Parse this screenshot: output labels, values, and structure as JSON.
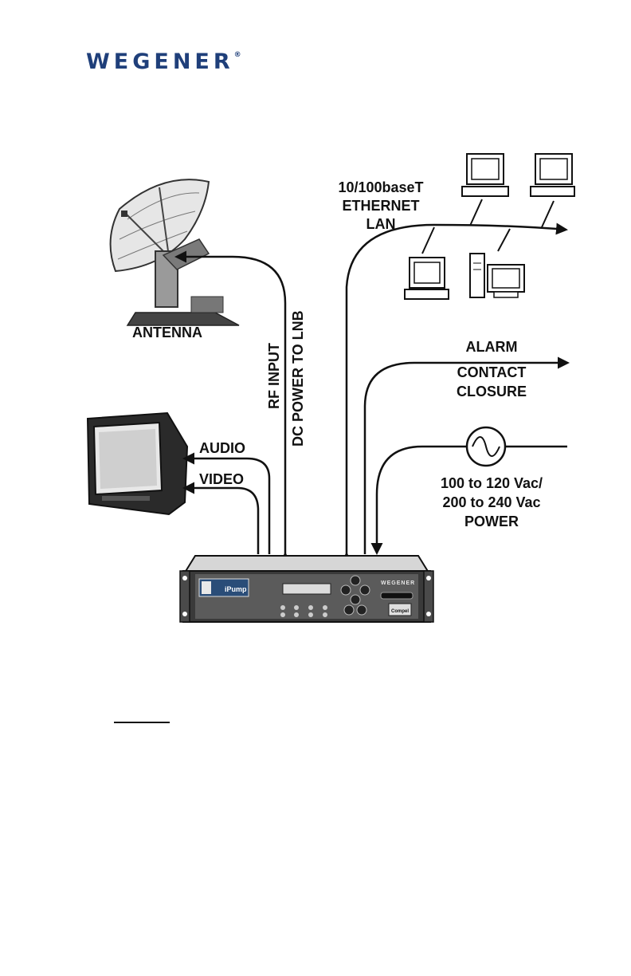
{
  "brand": {
    "logo_text": "WEGENER",
    "logo_mark": "®"
  },
  "device": {
    "brand_text": "WEGENER",
    "model_text": "iPump",
    "badge_text": "Compel"
  },
  "labels": {
    "antenna": "ANTENNA",
    "rf_input": "RF INPUT",
    "dc_power": "DC POWER TO LNB",
    "ethernet_line1": "10/100baseT",
    "ethernet_line2": "ETHERNET",
    "ethernet_line3": "LAN",
    "alarm": "ALARM",
    "contact_line1": "CONTACT",
    "contact_line2": "CLOSURE",
    "audio": "AUDIO",
    "video": "VIDEO",
    "power_line1": "100 to 120 Vac/",
    "power_line2": "200 to 240 Vac",
    "power_line3": "POWER"
  },
  "icons": [
    "satellite-dish-icon",
    "television-icon",
    "desktop-computer-icon",
    "tower-computer-icon",
    "ac-source-icon",
    "receiver-unit-icon"
  ]
}
